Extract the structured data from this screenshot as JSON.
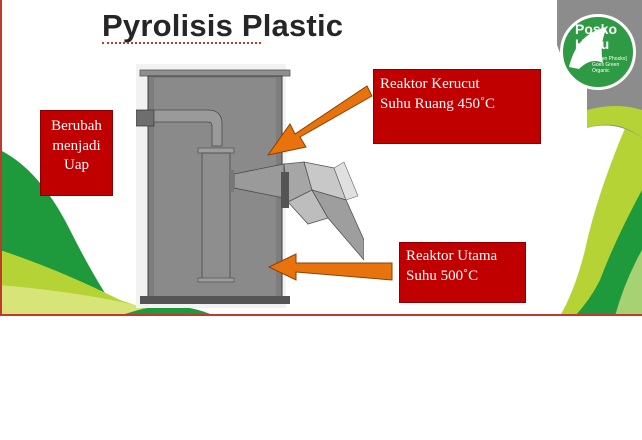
{
  "slide": {
    "title": "Pyrolisis Plastic"
  },
  "logo": {
    "word1": "Posko",
    "word2": "Hijau",
    "subtitle1": "[Green Phosko]",
    "subtitle2": "Goes Green Organic"
  },
  "labels": {
    "left": {
      "lines": [
        "Berubah",
        "menjadi",
        "Uap"
      ]
    },
    "top_right": {
      "lines": [
        "Reaktor Kerucut",
        "Suhu Ruang 450˚C"
      ]
    },
    "bottom_right": {
      "lines": [
        "Reaktor Utama",
        "Suhu 500˚C"
      ]
    }
  },
  "colors": {
    "label_red": "#c00000",
    "arrow_orange": "#e8720c",
    "green_dark": "#1e9a3c",
    "green_light": "#b5d334",
    "logo_gray": "#8c8c8c"
  }
}
